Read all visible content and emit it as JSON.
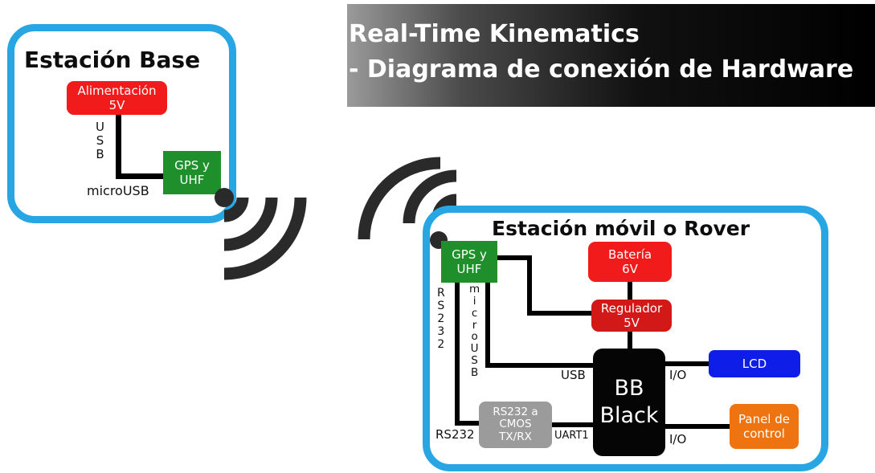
{
  "header": {
    "title_line1": "Real-Time Kinematics",
    "title_line2": "- Diagrama de conexión de Hardware"
  },
  "base_station": {
    "title": "Estación Base",
    "power_box": "Alimentación\n5V",
    "gps_box": "GPS y\nUHF",
    "usb_label": "U\nS\nB",
    "microusb_label": "microUSB"
  },
  "rover_station": {
    "title": "Estación móvil o Rover",
    "gps_box": "GPS y\nUHF",
    "battery_box": "Batería\n6V",
    "regulator_box": "Regulador\n5V",
    "bbb_box": "BB\nBlack",
    "lcd_box": "LCD",
    "control_panel_box": "Panel de\ncontrol",
    "converter_box": "RS232 a\nCMOS\nTX/RX",
    "rs232_vertical_label": "R\nS\n2\n3\n2",
    "microusb_vertical_label": "m\ni\nc\nr\no\nU\nS\nB",
    "usb_label": "USB",
    "io_label_top": "I/O",
    "io_label_bottom": "I/O",
    "rs232_label": "RS232",
    "uart_label": "UART1"
  },
  "colors": {
    "panel_border": "#27a6e3",
    "power_red": "#f21b1b",
    "regulator_red": "#d31818",
    "gps_green": "#1e8f2a",
    "lcd_blue": "#0e1ee8",
    "panel_orange": "#ee7411",
    "converter_gray": "#9b9b9b",
    "bbb_black": "#050505",
    "wire": "#000000"
  },
  "icons": [
    "wireless-signal-icon",
    "wireless-signal-icon"
  ]
}
